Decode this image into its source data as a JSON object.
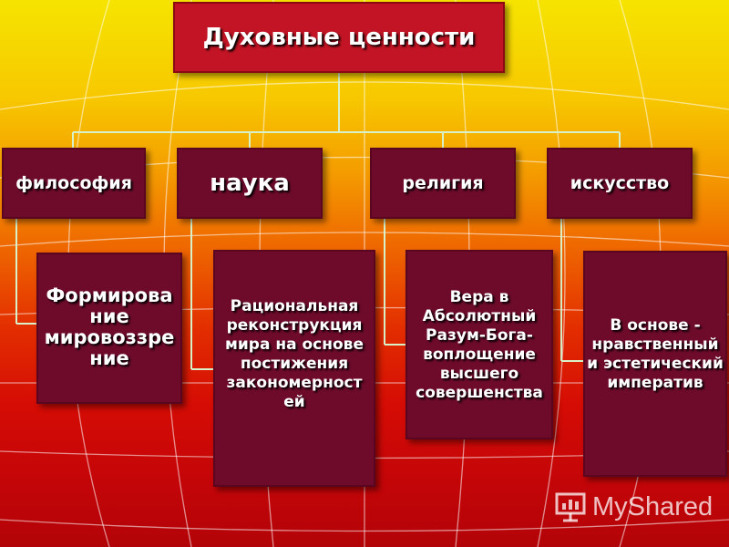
{
  "diagram": {
    "title": "Духовные ценности",
    "categories": [
      {
        "id": "philosophy",
        "label": "философия",
        "description": "Формирова ние мировоззре ние"
      },
      {
        "id": "science",
        "label": "наука",
        "description": "Рациональная реконструкция мира на основе постижения закономерност ей"
      },
      {
        "id": "religion",
        "label": "религия",
        "description": "Вера в Абсолютный Разум-Бога- воплощение высшего совершенства"
      },
      {
        "id": "art",
        "label": "искусство",
        "description": "В основе - нравственный и эстетический императив"
      }
    ]
  },
  "watermark": {
    "text": "MyShared",
    "icon": "presentation-icon"
  },
  "colors": {
    "box": "#6e0b2b",
    "title_box": "#c21424",
    "connector": "#d9f1c8"
  }
}
